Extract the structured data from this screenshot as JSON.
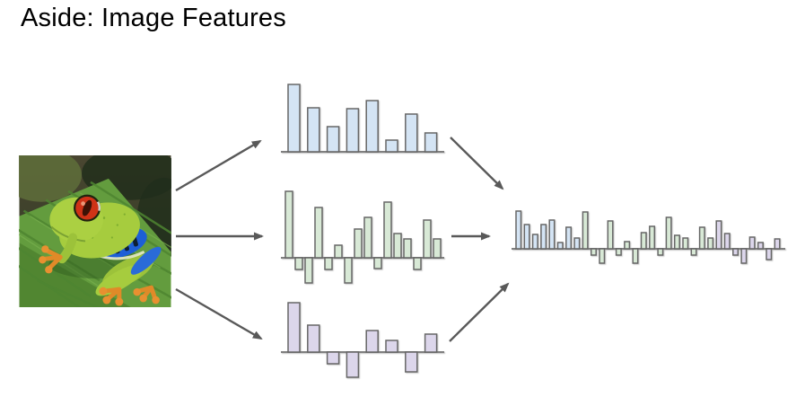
{
  "slide": {
    "title": "Aside: Image Features"
  },
  "image": {
    "name": "frog-photo",
    "alt": "red-eyed tree frog sitting on a green leaf"
  },
  "colors": {
    "blue_fill": "#d4e4f4",
    "green_fill": "#d8e9d6",
    "purple_fill": "#dcd6eb",
    "bar_stroke": "#676767",
    "axis": "#7f7f7f",
    "arrow": "#595959",
    "title_text": "#000000"
  },
  "chart_data": [
    {
      "id": "feature-histogram-blue",
      "type": "bar",
      "title": "",
      "xlabel": "",
      "ylabel": "",
      "axis_ticks": "none",
      "grid": false,
      "legend": false,
      "color_key": "blue_fill",
      "values": [
        75,
        49,
        28,
        48,
        57,
        13,
        42,
        21
      ]
    },
    {
      "id": "feature-histogram-green",
      "type": "bar",
      "title": "",
      "xlabel": "",
      "ylabel": "",
      "axis_ticks": "none",
      "grid": false,
      "legend": false,
      "color_key": "green_fill",
      "values": [
        74,
        -13,
        -28,
        56,
        -13,
        14,
        -28,
        32,
        45,
        -12,
        62,
        27,
        21,
        -13,
        42,
        21
      ]
    },
    {
      "id": "feature-histogram-purple",
      "type": "bar",
      "title": "",
      "xlabel": "",
      "ylabel": "",
      "axis_ticks": "none",
      "grid": false,
      "legend": false,
      "color_key": "purple_fill",
      "values": [
        55,
        30,
        -13,
        -28,
        24,
        13,
        -22,
        20
      ]
    },
    {
      "id": "concatenated-feature-vector",
      "type": "bar",
      "title": "",
      "xlabel": "",
      "ylabel": "",
      "axis_ticks": "none",
      "grid": false,
      "legend": false,
      "segments": [
        {
          "color_key": "blue_fill",
          "values": [
            42,
            27,
            16,
            27,
            32,
            7,
            24,
            12
          ]
        },
        {
          "color_key": "green_fill",
          "values": [
            41,
            -7,
            -16,
            31,
            -7,
            8,
            -16,
            18,
            25,
            -7,
            35,
            15,
            12,
            -7,
            24,
            12
          ]
        },
        {
          "color_key": "purple_fill",
          "values": [
            31,
            17,
            -7,
            -16,
            13,
            7,
            -12,
            11
          ]
        }
      ]
    }
  ]
}
